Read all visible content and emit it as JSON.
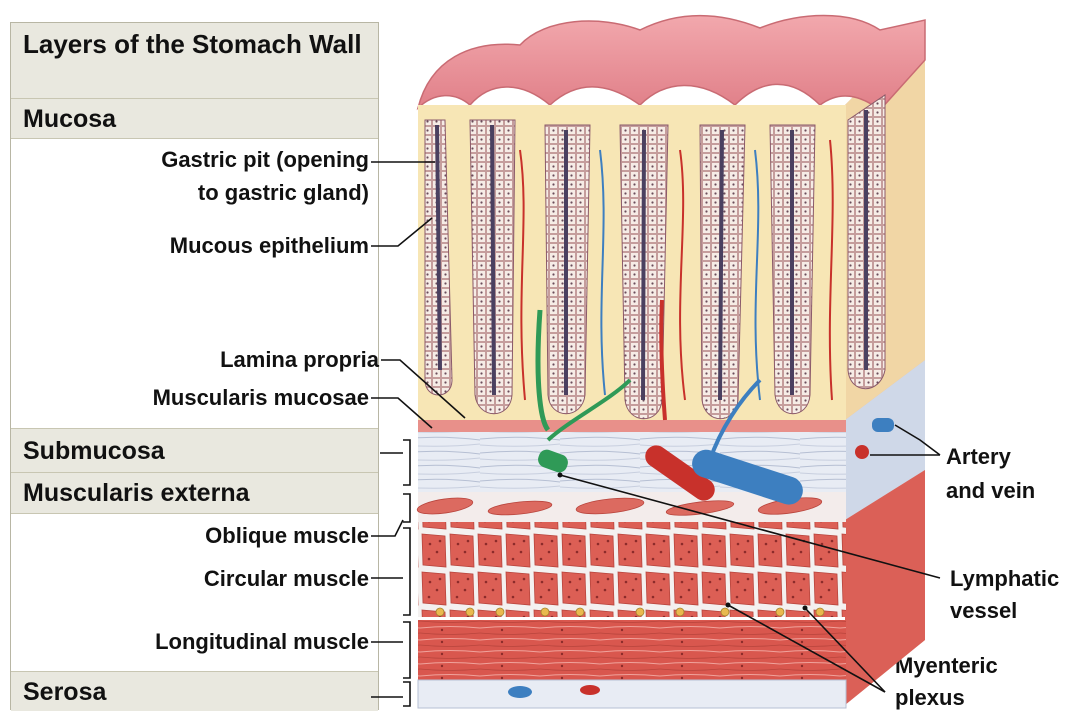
{
  "title": "Layers of the Stomach Wall",
  "layers": {
    "mucosa": "Mucosa",
    "submucosa": "Submucosa",
    "muscularis_externa": "Muscularis externa",
    "serosa": "Serosa"
  },
  "left_labels": {
    "gastric_pit_line1": "Gastric pit (opening",
    "gastric_pit_line2": "to gastric gland)",
    "mucous_epithelium": "Mucous epithelium",
    "lamina_propria": "Lamina propria",
    "muscularis_mucosae": "Muscularis mucosae",
    "oblique_muscle": "Oblique muscle",
    "circular_muscle": "Circular muscle",
    "longitudinal_muscle": "Longitudinal muscle"
  },
  "right_labels": {
    "artery_vein_line1": "Artery",
    "artery_vein_line2": "and vein",
    "lymphatic_line1": "Lymphatic",
    "lymphatic_line2": "vessel",
    "myenteric_line1": "Myenteric",
    "myenteric_line2": "plexus"
  },
  "colors": {
    "panel_header": "#e9e8df",
    "mucosa_tissue": "#f7e6b5",
    "surface": "#e98f96",
    "muscle": "#d9574e",
    "artery": "#c8312b",
    "vein": "#3d7fc0",
    "lymphatic": "#2f9a57"
  }
}
